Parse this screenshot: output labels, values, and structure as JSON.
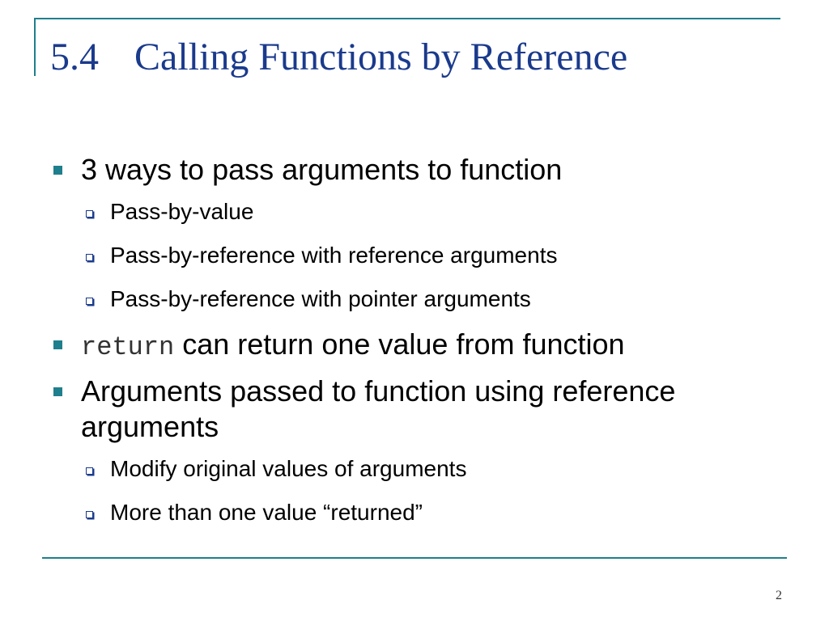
{
  "slide": {
    "title_number": "5.4",
    "title_text": "Calling Functions by Reference",
    "page_number": "2",
    "colors": {
      "title": "#1a3a8c",
      "accent": "#1f7f8c"
    }
  },
  "bullets": [
    {
      "text": "3 ways to pass arguments to function",
      "subitems": [
        "Pass-by-value",
        "Pass-by-reference with reference arguments",
        "Pass-by-reference with pointer arguments"
      ]
    },
    {
      "code": "return",
      "text": "can return one value from function"
    },
    {
      "text": "Arguments passed to function using reference arguments",
      "subitems": [
        "Modify original values of arguments",
        "More than one value “returned”"
      ]
    }
  ]
}
